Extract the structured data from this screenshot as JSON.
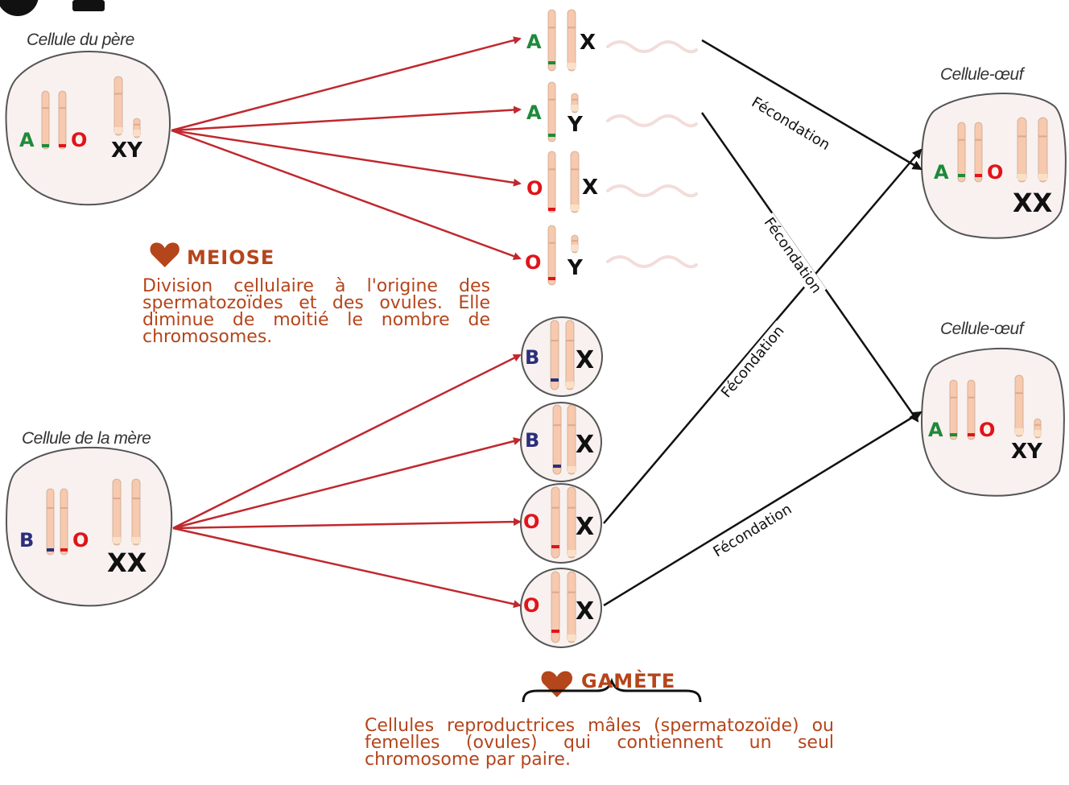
{
  "labels": {
    "father_cell": "Cellule du père",
    "mother_cell": "Cellule de la mère",
    "egg_cell_1": "Cellule-œuf",
    "egg_cell_2": "Cellule-œuf"
  },
  "genotypes": {
    "father": {
      "allele_1": "A",
      "allele_2": "O",
      "sex": "XY"
    },
    "mother": {
      "allele_1": "B",
      "allele_2": "O",
      "sex": "XX"
    },
    "egg_1": {
      "allele_1": "A",
      "allele_2": "O",
      "sex": "XX"
    },
    "egg_2": {
      "allele_1": "A",
      "allele_2": "O",
      "sex": "XY"
    }
  },
  "sperm_gametes": [
    {
      "allele": "A",
      "sex": "X"
    },
    {
      "allele": "A",
      "sex": "Y"
    },
    {
      "allele": "O",
      "sex": "X"
    },
    {
      "allele": "O",
      "sex": "Y"
    }
  ],
  "ovule_gametes": [
    {
      "allele": "B",
      "sex": "X"
    },
    {
      "allele": "B",
      "sex": "X"
    },
    {
      "allele": "O",
      "sex": "X"
    },
    {
      "allele": "O",
      "sex": "X"
    }
  ],
  "fertilization_label": "Fécondation",
  "meiosis": {
    "title": "MEIOSE",
    "text": "Division cellulaire à l'origine des spermatozoïdes et des ovules. Elle diminue de moitié le nombre de chromosomes."
  },
  "gamete": {
    "title": "GAMÈTE",
    "text": "Cellules reproductrices mâles (spermatozoïde) ou femelles (ovules) qui contiennent un seul chromosome par paire."
  },
  "colors": {
    "allele_A": "#1e8a3a",
    "allele_B": "#2b2f7a",
    "allele_O": "#e0141a",
    "arrow_meiosis": "#c0282e",
    "arrow_fecondation": "#111111",
    "cell_fill": "#f8f1f0",
    "cell_stroke": "#555555",
    "chromosome_fill": "#f7c9ae",
    "accent_title": "#b5451b"
  },
  "icons": [
    "heart-icon",
    "curly-brace-icon"
  ]
}
